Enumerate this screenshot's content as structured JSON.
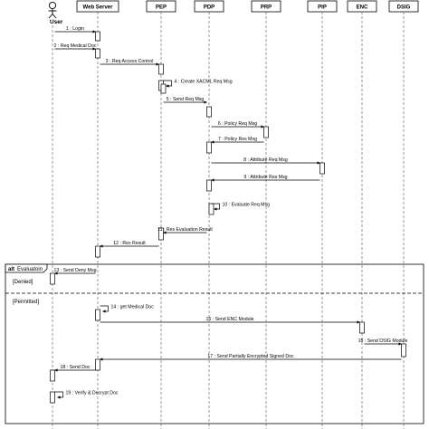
{
  "actors": [
    {
      "id": "user",
      "label": "User",
      "kind": "stick"
    },
    {
      "id": "web",
      "label": "Web Server",
      "kind": "box"
    },
    {
      "id": "pep",
      "label": "PEP",
      "kind": "box"
    },
    {
      "id": "pdp",
      "label": "PDP",
      "kind": "box"
    },
    {
      "id": "prp",
      "label": "PRP",
      "kind": "box"
    },
    {
      "id": "pip",
      "label": "PIP",
      "kind": "box"
    },
    {
      "id": "enc",
      "label": "ENC",
      "kind": "box"
    },
    {
      "id": "dsig",
      "label": "DSIG",
      "kind": "box"
    }
  ],
  "messages": [
    {
      "num": "1",
      "text": "Login",
      "from": "user",
      "to": "web",
      "style": "sync"
    },
    {
      "num": "2",
      "text": "Req Medical Doc",
      "from": "user",
      "to": "web",
      "style": "sync"
    },
    {
      "num": "3",
      "text": "Req Access Control",
      "from": "web",
      "to": "pep",
      "style": "sync"
    },
    {
      "num": "4",
      "text": "Create XACML Req Msg",
      "from": "pep",
      "to": "pep",
      "style": "self"
    },
    {
      "num": "5",
      "text": "Send Req Msg",
      "from": "pep",
      "to": "pdp",
      "style": "sync"
    },
    {
      "num": "6",
      "text": "Policy Req Msg",
      "from": "pdp",
      "to": "prp",
      "style": "sync"
    },
    {
      "num": "7",
      "text": "Policy Res Msg",
      "from": "prp",
      "to": "pdp",
      "style": "reply"
    },
    {
      "num": "8",
      "text": "Attribute Req Msg",
      "from": "pdp",
      "to": "pip",
      "style": "sync"
    },
    {
      "num": "9",
      "text": "Attribute Res Msg",
      "from": "pip",
      "to": "pdp",
      "style": "reply"
    },
    {
      "num": "10",
      "text": "Evaluate Req Msg",
      "from": "pdp",
      "to": "pdp",
      "style": "self"
    },
    {
      "num": "11",
      "text": "Res Evaluation Result",
      "from": "pdp",
      "to": "pep",
      "style": "reply"
    },
    {
      "num": "12",
      "text": "Res Result",
      "from": "pep",
      "to": "web",
      "style": "reply"
    },
    {
      "num": "13",
      "text": "Send Deny Msg",
      "from": "web",
      "to": "user",
      "style": "reply"
    },
    {
      "num": "14",
      "text": "get Medical Doc",
      "from": "web",
      "to": "web",
      "style": "self"
    },
    {
      "num": "15",
      "text": "Send ENC Module",
      "from": "web",
      "to": "enc",
      "style": "sync"
    },
    {
      "num": "16",
      "text": "Send DSIG Module",
      "from": "enc",
      "to": "dsig",
      "style": "sync"
    },
    {
      "num": "17",
      "text": "Send Partially Encrypted Signed Doc",
      "from": "dsig",
      "to": "web",
      "style": "reply"
    },
    {
      "num": "18",
      "text": "Send Doc",
      "from": "web",
      "to": "user",
      "style": "reply"
    },
    {
      "num": "19",
      "text": "Verify & Decrypt Doc",
      "from": "user",
      "to": "user",
      "style": "self"
    }
  ],
  "fragment": {
    "operator": "alt",
    "name": "Evaluatoin",
    "guards": [
      "[Denied]",
      "[Permitted]"
    ]
  }
}
